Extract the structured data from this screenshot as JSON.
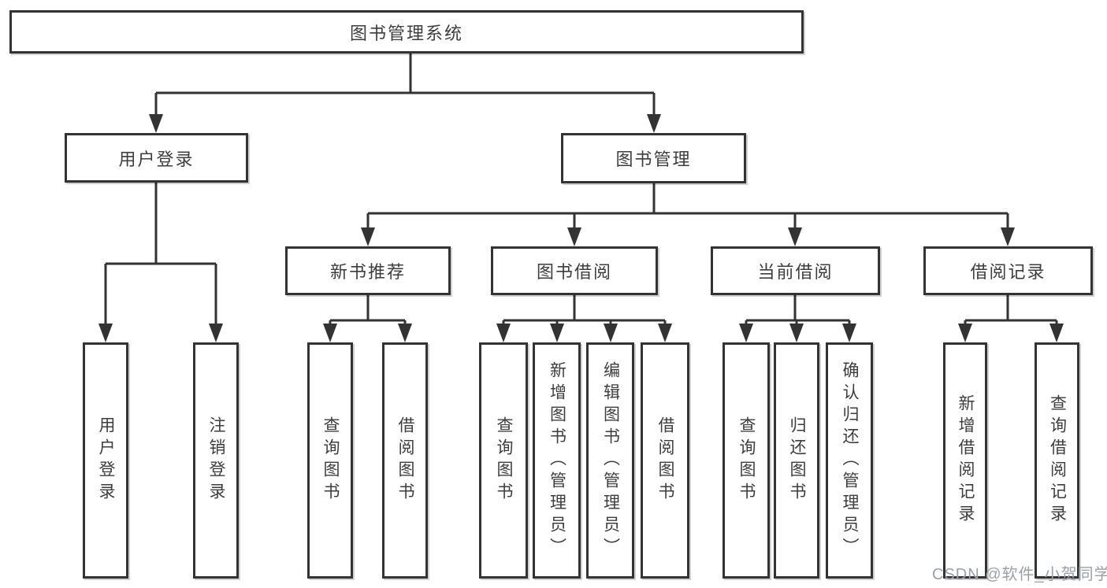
{
  "diagram_type": "hierarchy-tree",
  "nodes": {
    "root": "图书管理系统",
    "level2": [
      "用户登录",
      "图书管理"
    ],
    "level3": [
      "新书推荐",
      "图书借阅",
      "当前借阅",
      "借阅记录"
    ],
    "leaves": {
      "user_login": [
        "用户登录",
        "注销登录"
      ],
      "new_book_recommend": [
        "查询图书",
        "借阅图书"
      ],
      "book_borrowing": [
        "查询图书",
        "新增图书（管理员）",
        "编辑图书（管理员）",
        "借阅图书"
      ],
      "current_borrowing": [
        "查询图书",
        "归还图书",
        "确认归还（管理员）"
      ],
      "borrow_records": [
        "新增借阅记录",
        "查询借阅记录"
      ]
    }
  },
  "watermark": "CSDN @软件_小贺同学",
  "colors": {
    "line": "#333333",
    "text": "#3d3d3d",
    "watermark": "#9aa0a8"
  }
}
